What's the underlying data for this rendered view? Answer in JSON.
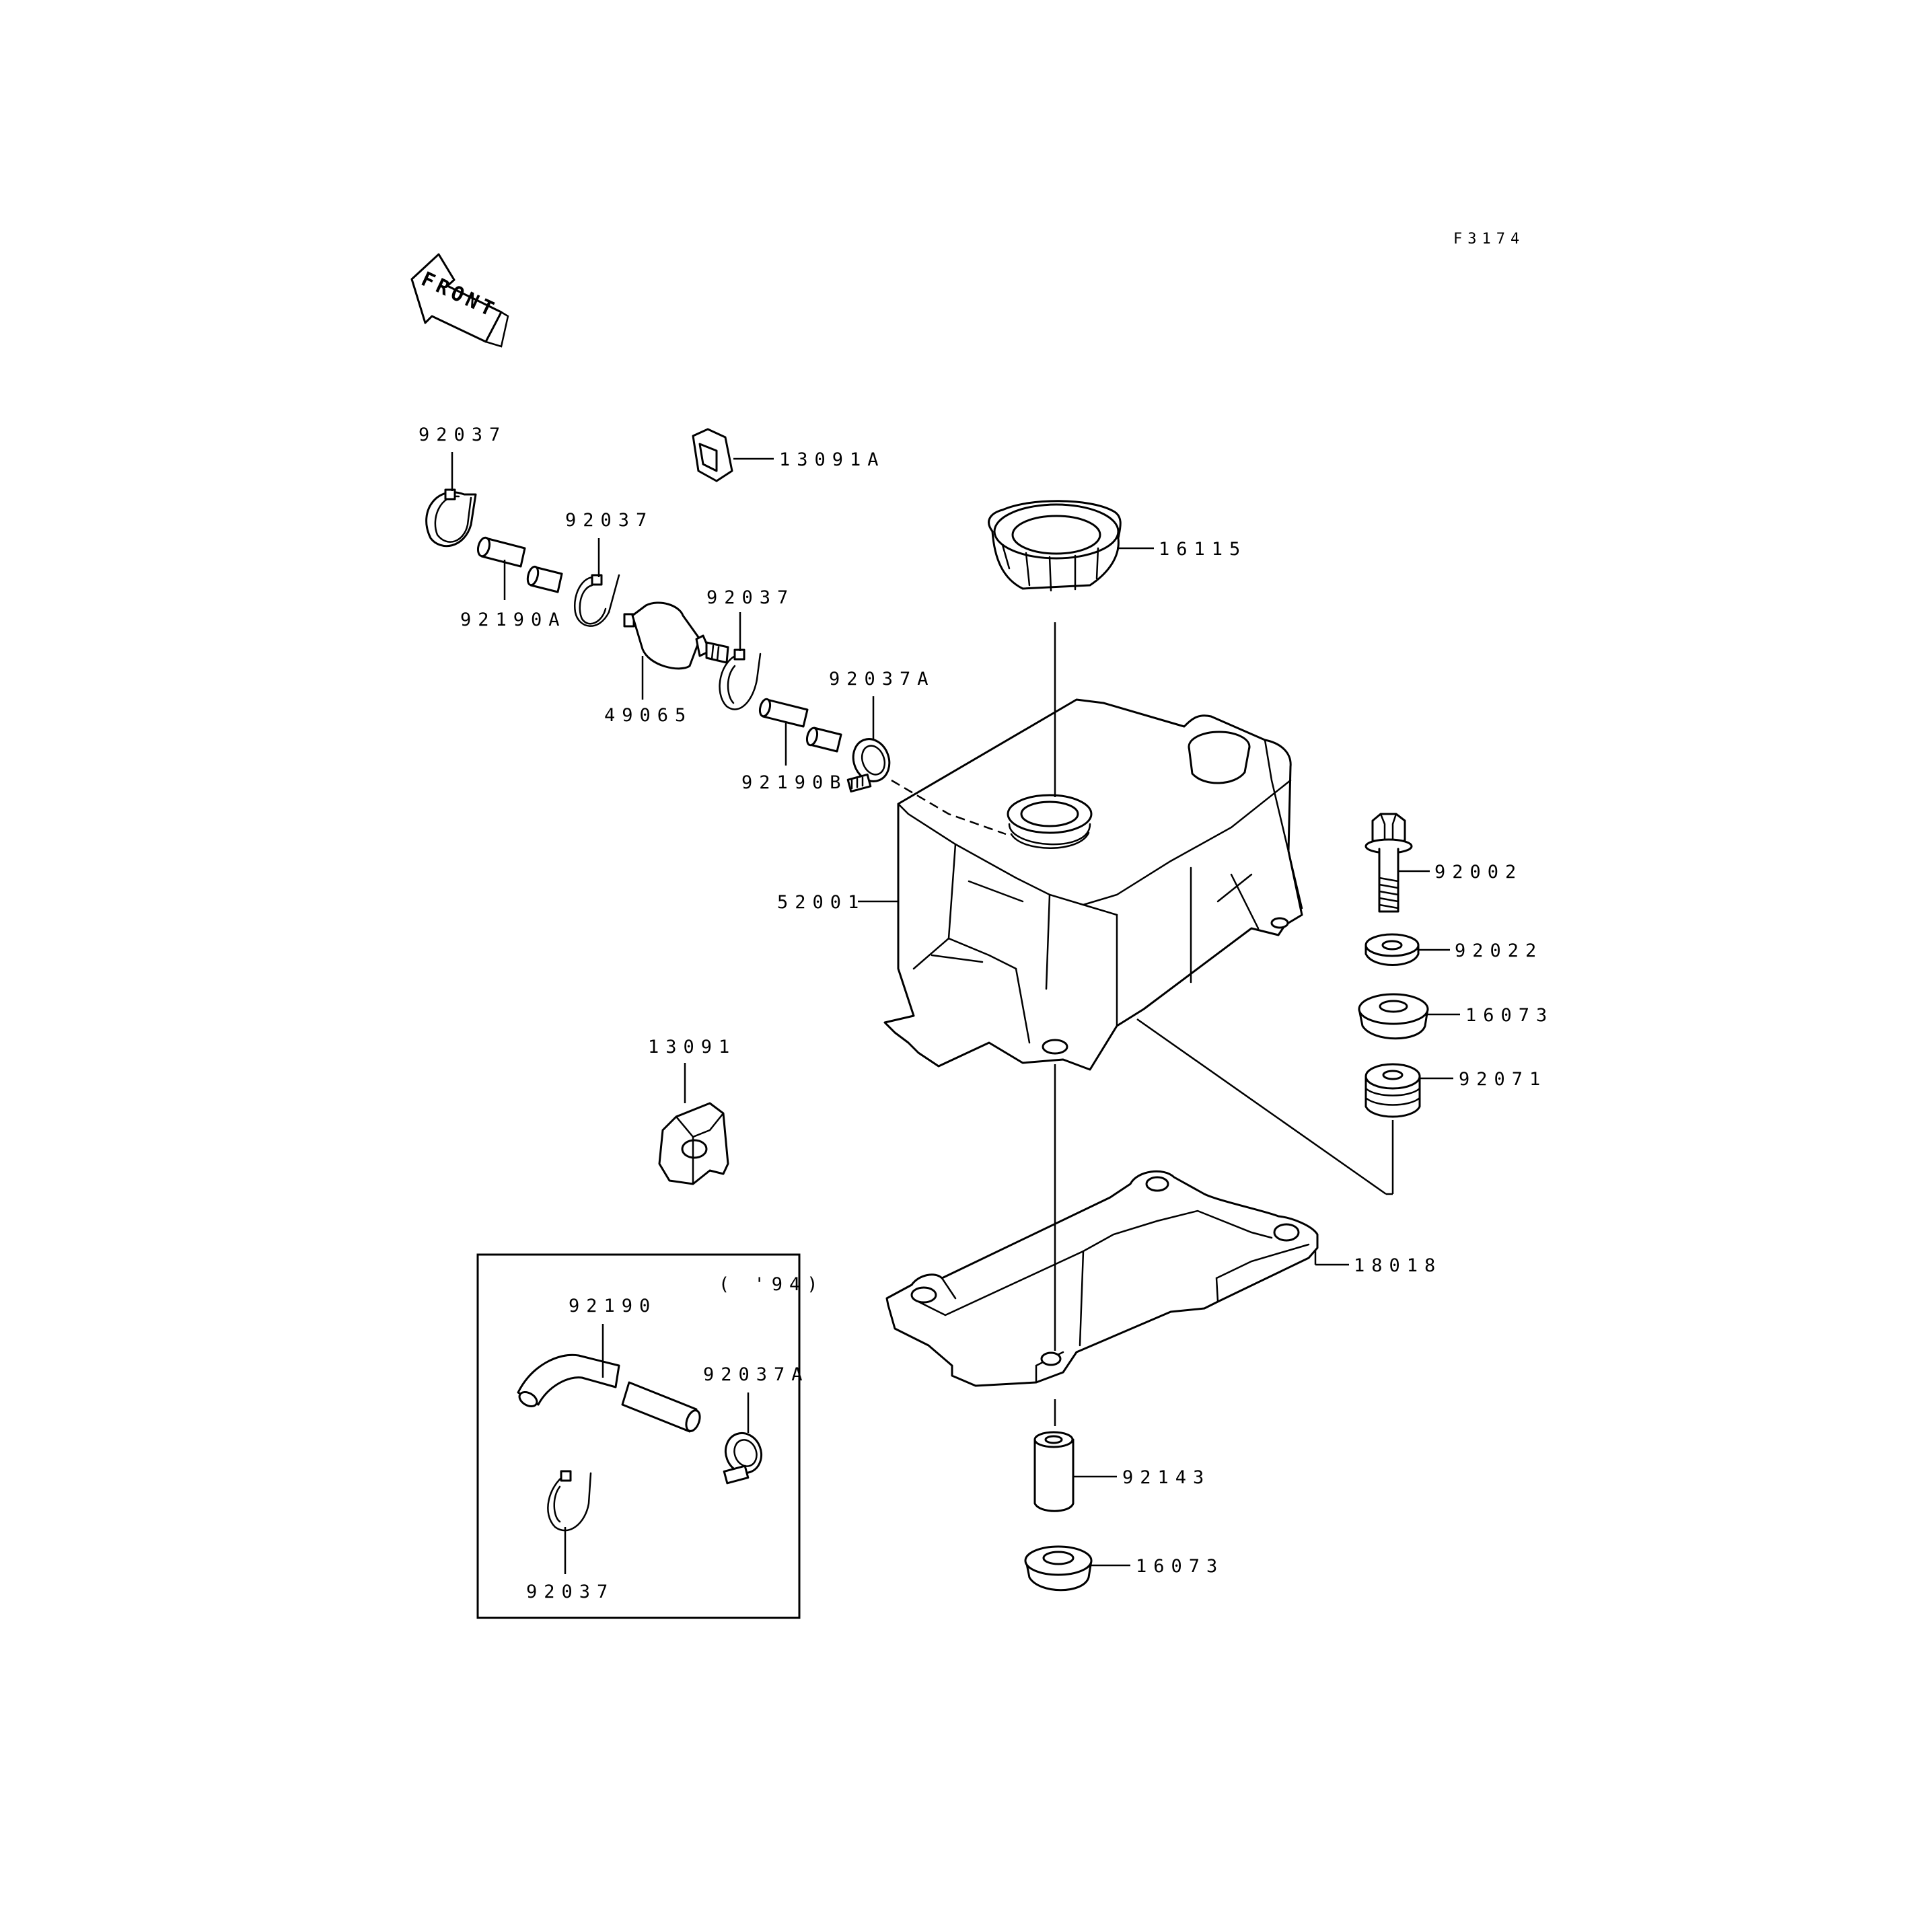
{
  "figure_id": "F3174",
  "front_marker": "FRONT",
  "inset_note": "( '94)",
  "labels": {
    "c_92037_top": "92037",
    "c_13091A": "13091A",
    "c_92037_2": "92037",
    "c_16115": "16115",
    "c_92190A": "92190A",
    "c_92037_3": "92037",
    "c_92037A": "92037A",
    "c_49065": "49065",
    "c_92190B": "92190B",
    "c_92002": "92002",
    "c_52001": "52001",
    "c_92022": "92022",
    "c_16073_a": "16073",
    "c_13091": "13091",
    "c_92071": "92071",
    "c_18018": "18018",
    "c_92190": "92190",
    "c_92037A_inset": "92037A",
    "c_92143": "92143",
    "c_16073_b": "16073",
    "c_92037_inset": "92037"
  }
}
